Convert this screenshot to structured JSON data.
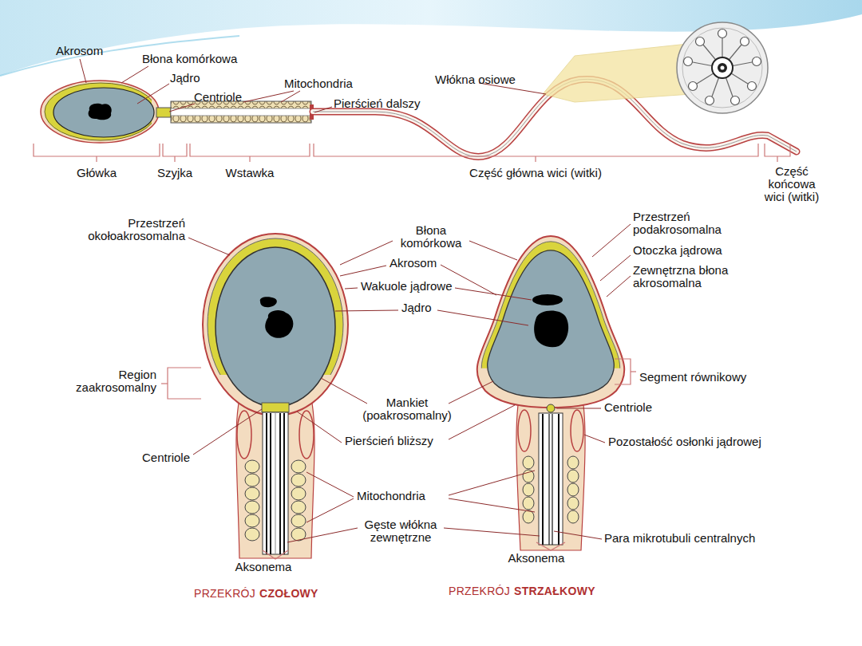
{
  "diagram": {
    "labels": [
      "Akrosom",
      "Błona komórkowa",
      "Jądro",
      "Centriole",
      "Mitochondria",
      "Pierścień dalszy",
      "Włókna osiowe",
      "Główka",
      "Szyjka",
      "Wstawka",
      "Część główna wici (witki)",
      "Część końcowa wici (witki)",
      "Przestrzeń okołoakrosomalna",
      "Błona komórkowa",
      "Akrosom",
      "Wakuole jądrowe",
      "Jądro",
      "Region zaakrosomalny",
      "Mankiet (poakrosomalny)",
      "Pierścień bliższy",
      "Centriole",
      "Mitochondria",
      "Gęste włókna zewnętrzne",
      "Aksonema",
      "Przestrzeń podakrosomalna",
      "Otoczka jądrowa",
      "Zewnętrzna błona akrosomalna",
      "Segment równikowy",
      "Centriole",
      "Pozostałość osłonki jądrowej",
      "Para mikrotubuli centralnych",
      "Aksonema",
      "PRZEKRÓJ",
      "CZOŁOWY",
      "PRZEKRÓJ",
      "STRZAŁKOWY"
    ]
  }
}
